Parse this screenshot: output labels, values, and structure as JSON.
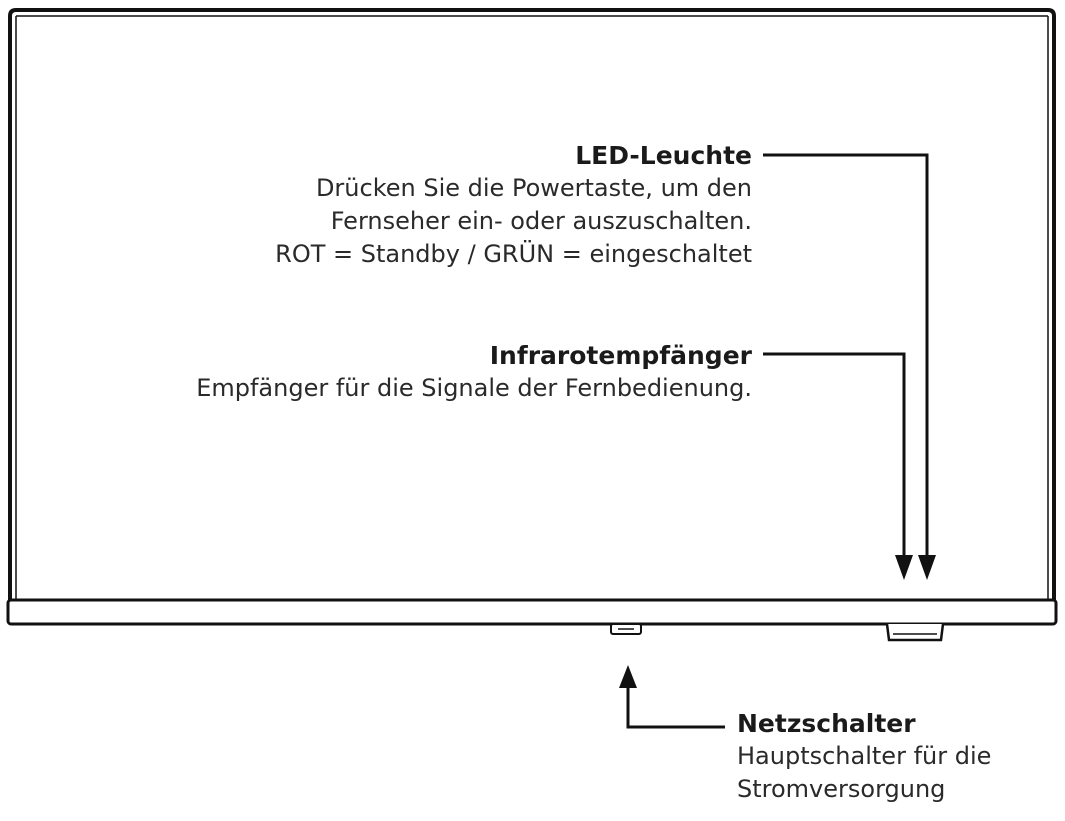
{
  "callouts": {
    "led": {
      "title": "LED-Leuchte",
      "desc_line1": "Drücken Sie die Powertaste, um den",
      "desc_line2": "Fernseher ein- oder auszuschalten.",
      "desc_line3": "ROT = Standby / GRÜN = eingeschaltet"
    },
    "infrared": {
      "title": "Infrarotempfänger",
      "desc_line1": "Empfänger für die Signale der Fernbedienung."
    },
    "power_switch": {
      "title": "Netzschalter",
      "desc_line1": "Hauptschalter für die",
      "desc_line2": "Stromversorgung"
    }
  },
  "colors": {
    "line": "#111111",
    "bezel_fill": "#ffffff"
  }
}
